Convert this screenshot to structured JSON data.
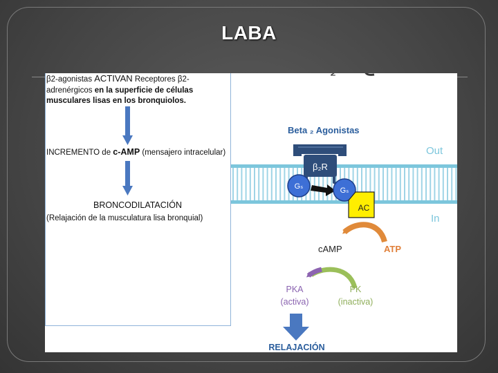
{
  "slide": {
    "title": "LABA"
  },
  "left_panel": {
    "step1": {
      "prefix": "β2-agonistas ",
      "action": "ACTIVAN",
      "middle": " Receptores β2-adrenérgicos ",
      "suffix": "en la superficie de células musculares lisas en los bronquiolos."
    },
    "step2": {
      "prefix": "INCREMENTO de ",
      "key": "c-AMP",
      "suffix": " (mensajero intracelular)"
    },
    "step3": {
      "title": "BRONCODILATACIÓN",
      "detail": "(Relajación de la musculatura lisa bronquial)"
    }
  },
  "diagram": {
    "header_fragment": "₂ ",
    "agonist_label": "Beta ₂ Agonistas",
    "out_label": "Out",
    "in_label": "In",
    "receptor_label": "β₂R",
    "gs_left_label": "Gₛ",
    "gs_right_label": "Gₛ",
    "ac_label": "AC",
    "camp_label": "cAMP",
    "atp_label": "ATP",
    "pka_label": "PKA",
    "pka_state": "(activa)",
    "pk_label": "PK",
    "pk_state": "(inactiva)",
    "result_label": "RELAJACIÓN",
    "colors": {
      "membrane": "#7cc6dc",
      "receptor": "#2e4d7a",
      "gs": "#3d6fd6",
      "ac": "#ffee00",
      "orange_arrow": "#e08a3a",
      "green_arrow": "#9bbf5a",
      "purple_arrow": "#8c63b0",
      "down_arrow": "#4a78c0",
      "label_blue": "#2a5d9c",
      "label_purple": "#8a63b0",
      "label_green": "#8fae5a",
      "label_orange": "#e0803a"
    }
  }
}
